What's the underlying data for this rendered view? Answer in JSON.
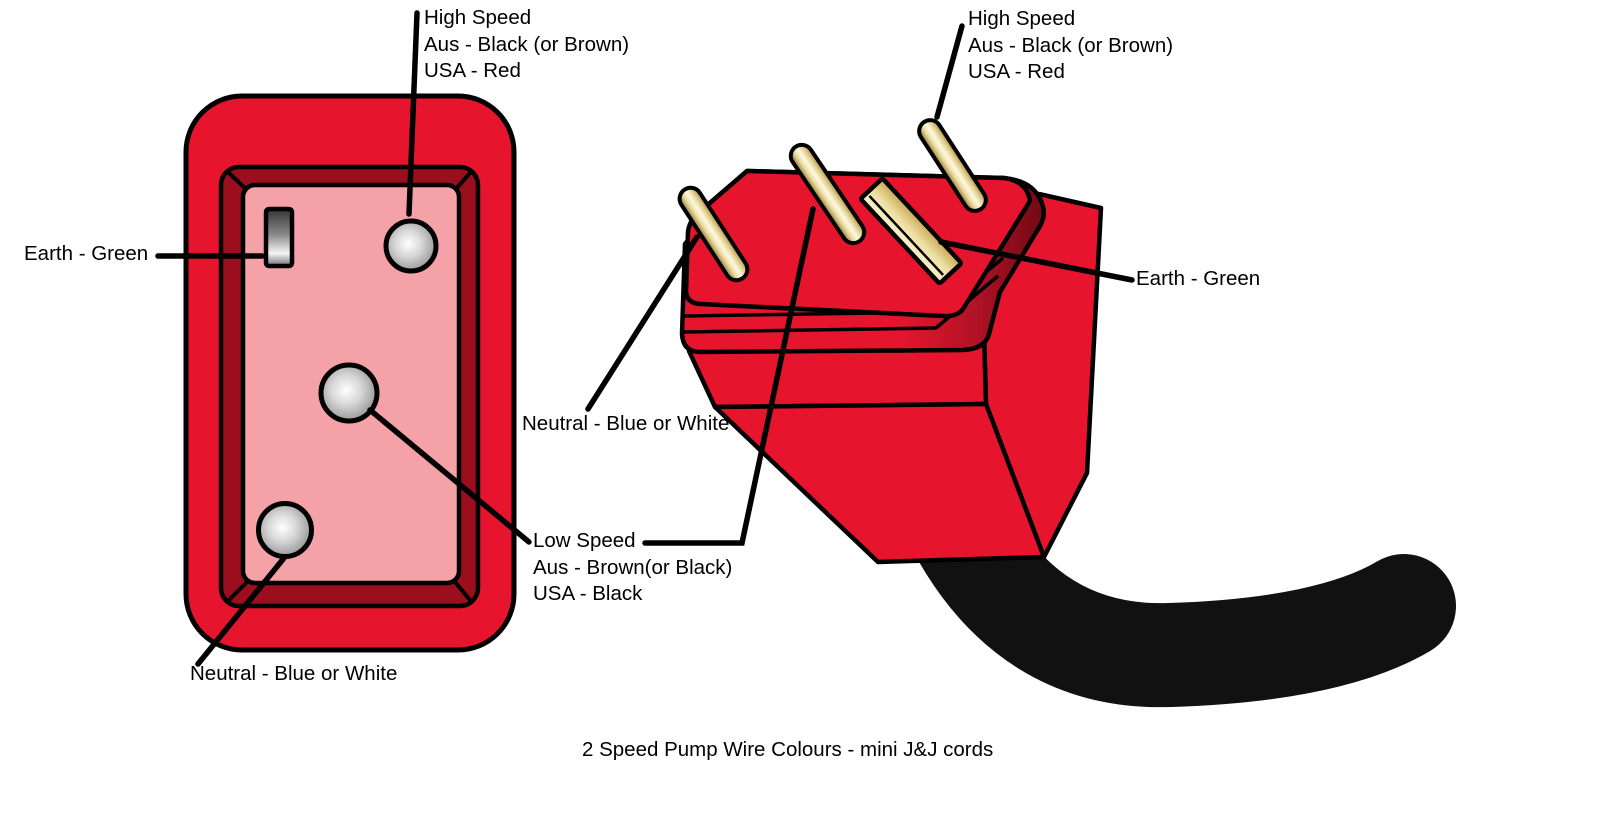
{
  "caption": "2 Speed Pump Wire Colours - mini J&J cords",
  "labels": {
    "left_high_speed": {
      "lines": [
        "High Speed",
        "Aus - Black (or Brown)",
        "USA - Red"
      ]
    },
    "left_earth": "Earth - Green",
    "left_neutral": "Neutral - Blue or White",
    "low_speed": {
      "lines": [
        "Low Speed",
        "Aus - Brown(or Black)",
        "USA - Black"
      ]
    },
    "right_neutral": "Neutral - Blue or White",
    "right_high_speed": {
      "lines": [
        "High Speed",
        "Aus - Black (or Brown)",
        "USA - Red"
      ]
    },
    "right_earth": "Earth - Green"
  },
  "colors": {
    "plug_red": "#e6152d",
    "plug_dark_red": "#9a0e1e",
    "socket_face_pink": "#f4a1a8",
    "pin_gold_light": "#fdf9e2",
    "pin_gold_dark": "#8e7234",
    "socket_pin_gray": "#9c9c9c",
    "cord_black": "#111111",
    "outline_black": "#000000",
    "background": "#ffffff"
  }
}
